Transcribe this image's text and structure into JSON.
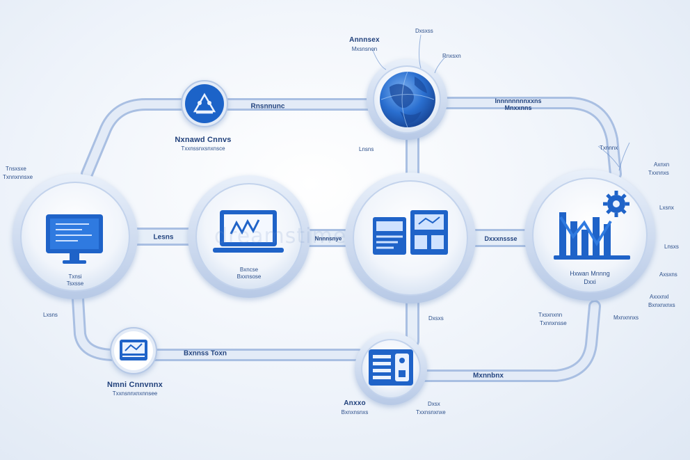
{
  "diagram": {
    "watermark": "dreamstime",
    "nodes": [
      {
        "id": "monitor-left",
        "icon": "monitor-icon",
        "label": "Txnsi",
        "sublabel": "Tsxsse"
      },
      {
        "id": "laptop",
        "icon": "laptop-icon",
        "label": "Bxncse",
        "sublabel": "Bxxnsose"
      },
      {
        "id": "dashboard",
        "icon": "dashboard-icon",
        "label": "",
        "sublabel": ""
      },
      {
        "id": "chart-gear",
        "icon": "chart-gear-icon",
        "label": "Hxwan Mnnng",
        "sublabel": "Dxxi"
      },
      {
        "id": "globe",
        "icon": "globe-icon",
        "label": "Annnsex",
        "sublabel": "Mxsnsnon"
      },
      {
        "id": "blue-top",
        "icon": "team-icon",
        "label": "Nxnawd Cnnvs",
        "sublabel": "Txxnssnxsnxnsce"
      },
      {
        "id": "small-left",
        "icon": "board-icon",
        "label": "Nmni Cnnvnnx",
        "sublabel": "Txxnsnnxnxnnsee"
      },
      {
        "id": "bottom-mid",
        "icon": "panel-icon",
        "label": "Anxxo",
        "sublabel": "Bxnxnsnxs"
      }
    ],
    "connectors": [
      {
        "id": "pill-top",
        "label": "Rnsnnunc"
      },
      {
        "id": "pill-left",
        "label": "Lesns"
      },
      {
        "id": "pill-mid",
        "label": "Nnnnsnye"
      },
      {
        "id": "pill-right",
        "label": "Dxxxnssse"
      },
      {
        "id": "pill-bottom",
        "label": "Bxnnss Toxn"
      },
      {
        "id": "pill-bottom-right",
        "label": "Mxnnbnx"
      },
      {
        "id": "pill-top-right",
        "label": "Innnnnnnnxxns Mnxxnns"
      }
    ],
    "annotations": [
      {
        "id": "ann-top-a",
        "text": "Dxsxss"
      },
      {
        "id": "ann-top-b",
        "text": "Rnxsxn"
      },
      {
        "id": "ann-globe-bottom",
        "text": "Lnsns"
      },
      {
        "id": "ann-left-top",
        "text": "Tnsxsxe"
      },
      {
        "id": "ann-left-top-sub",
        "text": "Txnnxnnsxe"
      },
      {
        "id": "ann-left-bottom",
        "text": "Lxsns"
      },
      {
        "id": "ann-right-top",
        "text": "Axnxn"
      },
      {
        "id": "ann-right-top-sub",
        "text": "Txxnnxs"
      },
      {
        "id": "ann-right-1",
        "text": "Lxsnx"
      },
      {
        "id": "ann-right-2",
        "text": "Lnsxs"
      },
      {
        "id": "ann-right-3",
        "text": "Axsxns"
      },
      {
        "id": "ann-right-4",
        "text": "Axxxnxl"
      },
      {
        "id": "ann-right-4-sub",
        "text": "Bxnxnxnxs"
      },
      {
        "id": "ann-right-mid",
        "text": "Txsxnxnn"
      },
      {
        "id": "ann-right-mid-sub",
        "text": "Txnnxnsse"
      },
      {
        "id": "ann-center-bottom",
        "text": "Dxsxs"
      },
      {
        "id": "ann-tr-top",
        "text": "Txnnnx"
      },
      {
        "id": "ann-tr-sub",
        "text": "Mxnxnnxs"
      },
      {
        "id": "ann-bottom-right",
        "text": "Dxsx"
      },
      {
        "id": "ann-bottom-right-sub",
        "text": "Txxnsnxnxe"
      }
    ],
    "colors": {
      "primary": "#1f63c8",
      "primary_dark": "#1b3f80",
      "ring": "#c9d8ee",
      "track": "#cfdcf0",
      "track_edge": "#9bb4da"
    }
  }
}
